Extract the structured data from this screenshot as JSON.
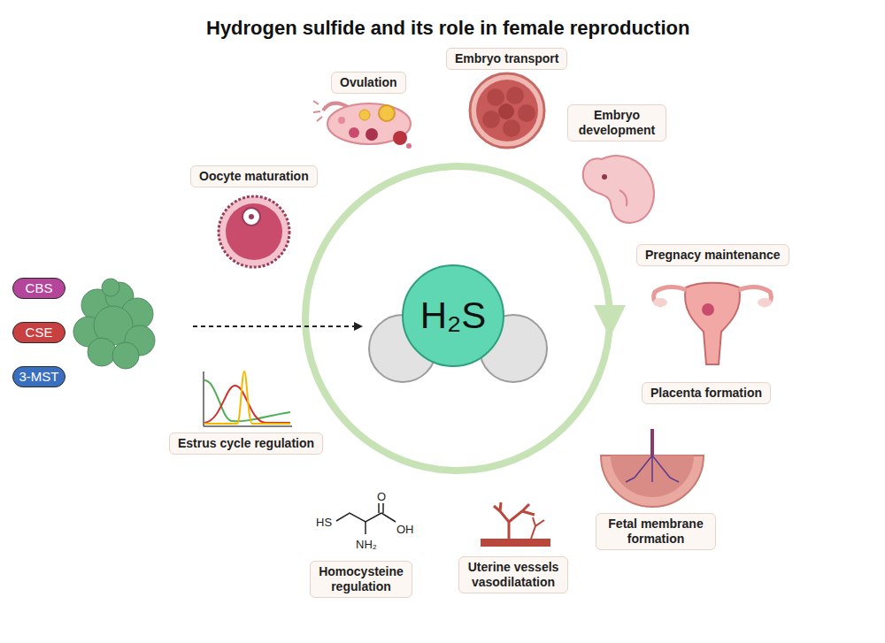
{
  "diagram": {
    "title": "Hydrogen sulfide and its role in female reproduction",
    "nodes": [
      {
        "text": [
          "Embryo transport"
        ]
      },
      {
        "text": [
          "Ovulation"
        ]
      },
      {
        "text": [
          "Embryo development"
        ]
      },
      {
        "text": [
          "Oocyte maturation"
        ]
      },
      {
        "text": [
          "Pregnacy maintenance"
        ]
      },
      {
        "text": [
          "CBS"
        ]
      },
      {
        "text": [
          "H₂S"
        ]
      },
      {
        "text": [
          "CSE"
        ]
      },
      {
        "text": [
          "3-MST"
        ]
      },
      {
        "text": [
          "Placenta formation"
        ]
      },
      {
        "text": [
          "Estrus cycle regulation"
        ]
      },
      {
        "text": [
          "Fetal membrane formation"
        ]
      },
      {
        "text": [
          "Homocysteine regulation"
        ]
      },
      {
        "text": [
          "Uterine vessels vasodilatation"
        ]
      }
    ],
    "labels": [
      "O",
      "HS",
      "OH",
      "NH₂"
    ]
  }
}
